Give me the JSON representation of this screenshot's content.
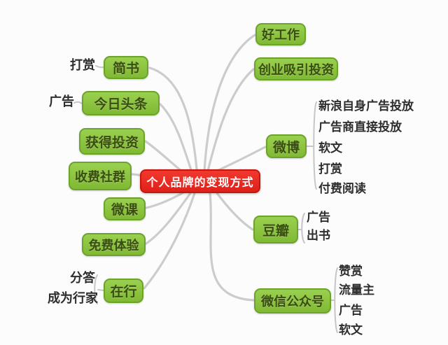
{
  "center": {
    "label": "个人品牌的变现方式"
  },
  "branches": {
    "left": [
      {
        "label": "简书",
        "children": [
          "打赏"
        ]
      },
      {
        "label": "今日头条",
        "children": [
          "广告"
        ]
      },
      {
        "label": "获得投资",
        "children": []
      },
      {
        "label": "收费社群",
        "children": []
      },
      {
        "label": "微课",
        "children": []
      },
      {
        "label": "免费体验",
        "children": []
      },
      {
        "label": "在行",
        "children": [
          "分答",
          "成为行家"
        ]
      }
    ],
    "right": [
      {
        "label": "好工作",
        "children": []
      },
      {
        "label": "创业吸引投资",
        "children": []
      },
      {
        "label": "微博",
        "children": [
          "新浪自身广告投放",
          "广告商直接投放",
          "软文",
          "打赏",
          "付费阅读"
        ]
      },
      {
        "label": "豆瓣",
        "children": [
          "广告",
          "出书"
        ]
      },
      {
        "label": "微信公众号",
        "children": [
          "赞赏",
          "流量主",
          "广告",
          "软文"
        ]
      }
    ]
  },
  "colors": {
    "branch_fill": "#86bd38",
    "branch_border": "#6ca32a",
    "branch_text": "#3a4e12",
    "center_fill": "#e82a20",
    "center_border": "#c6170f",
    "center_text": "#ffffff",
    "link_line": "#cccccc",
    "bracket_line": "#c6c6c6",
    "leaf_text": "#2d2d2d",
    "background": "#fcfcfc"
  }
}
